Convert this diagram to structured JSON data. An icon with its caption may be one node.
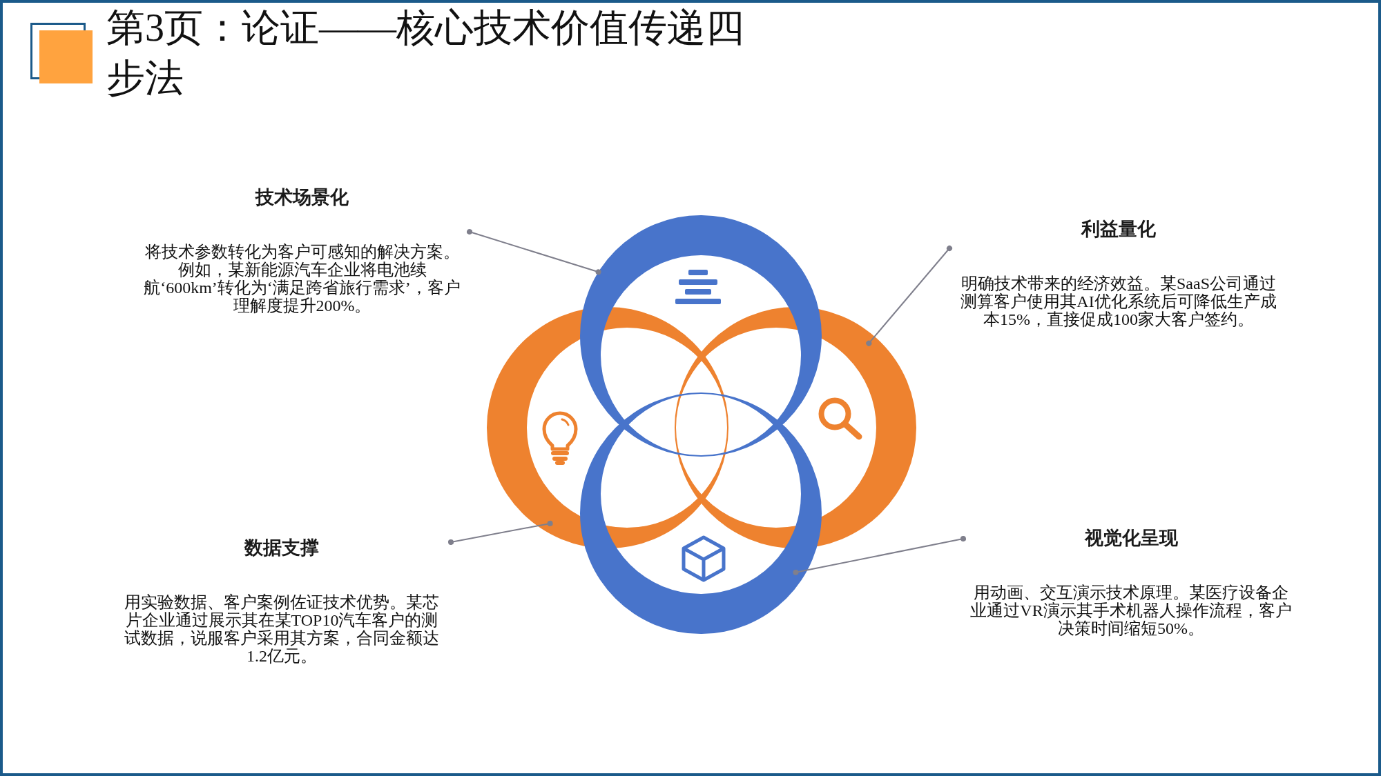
{
  "diagram": {
    "title": "第3页：论证——核心技术价值传递四步法",
    "nodes": [
      {
        "text": [
          "技术场景化",
          "将技术参数转化为客户可感知的解决方案。例如，某新能源汽车企业将电池续航‘600km’转化为‘满足跨省旅行需求’，客户理解度提升200%。"
        ]
      },
      {
        "text": [
          "利益量化",
          "明确技术带来的经济效益。某SaaS公司通过测算客户使用其AI优化系统后可降低生产成本15%，直接促成100家大客户签约。"
        ]
      },
      {
        "text": [
          "数据支撑",
          "用实验数据、客户案例佐证技术优势。某芯片企业通过展示其在某TOP10汽车客户的测试数据，说服客户采用其方案，合同金额达1.2亿元。"
        ]
      },
      {
        "text": [
          "视觉化呈现",
          "用动画、交互演示技术原理。某医疗设备企业通过VR演示其手术机器人操作流程，客户决策时间缩短50%。"
        ]
      },
      {
        "text": [],
        "shape": "circle"
      },
      {
        "text": [],
        "shape": "circle"
      },
      {
        "text": [],
        "shape": "circle"
      },
      {
        "text": [],
        "shape": "circle"
      }
    ],
    "edges": [
      {
        "from": 0,
        "to": 4,
        "arrow": "other"
      },
      {
        "from": 1,
        "to": 6,
        "arrow": "other"
      },
      {
        "from": 2,
        "to": 5,
        "arrow": "other"
      },
      {
        "from": 3,
        "to": 7,
        "arrow": "other"
      }
    ]
  }
}
